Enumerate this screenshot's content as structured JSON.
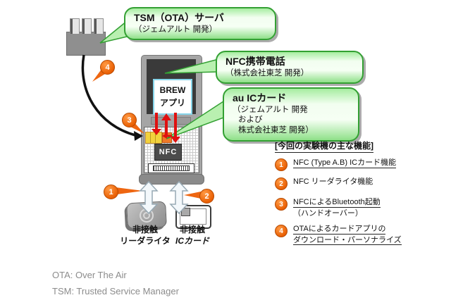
{
  "callouts": [
    {
      "title": "TSM（OTA）サーバ",
      "lines": [
        "（ジェムアルト 開発）"
      ]
    },
    {
      "title": "NFC携帯電話",
      "lines": [
        "（株式会社東芝 開発）"
      ]
    },
    {
      "title": "au ICカード",
      "lines": [
        "（ジェムアルト 開発",
        "および",
        "株式会社東芝 開発）"
      ]
    }
  ],
  "phone": {
    "app_line1": "BREW",
    "app_line2": "アプリ",
    "nfc_label": "NFC"
  },
  "markers": {
    "m1": "1",
    "m2": "2",
    "m3": "3",
    "m4": "4"
  },
  "devices": {
    "reader": {
      "line1": "非接触",
      "line2": "リーダライタ"
    },
    "card": {
      "line1": "非接触",
      "line2": "ICカード"
    }
  },
  "features": {
    "heading": "[今回の実験機の主な機能]",
    "items": [
      {
        "num": "1",
        "lines": [
          "NFC (Type A.B) ICカード機能"
        ]
      },
      {
        "num": "2",
        "lines": [
          "NFC リーダライタ機能"
        ]
      },
      {
        "num": "3",
        "lines": [
          "NFCによるBluetooth起動",
          "（ハンドオーバー）"
        ]
      },
      {
        "num": "4",
        "lines": [
          "OTAによるカードアプリの",
          "ダウンロード・パーソナライズ"
        ]
      }
    ]
  },
  "footnotes": {
    "line1": "OTA: Over The Air",
    "line2": "TSM: Trusted Service Manager"
  },
  "colors": {
    "callout_green_border": "#33a033",
    "callout_green_fill": "#c9f5c4",
    "marker_orange": "#e85c00",
    "arrow_red": "#e01010",
    "phone_gray": "#a5a5a5",
    "footnote_gray": "#8c8c8c"
  }
}
